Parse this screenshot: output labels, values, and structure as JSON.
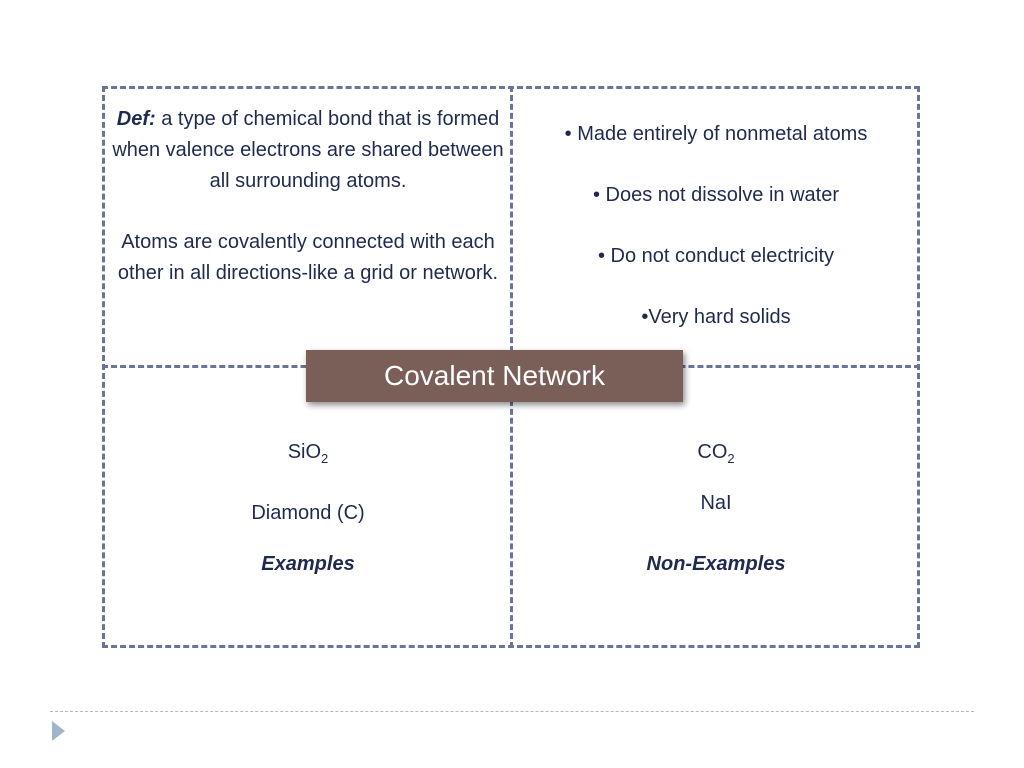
{
  "definition": {
    "lead": "Def:",
    "text": " a type of chemical bond that is formed when valence electrons are shared between all surrounding atoms.",
    "paragraph2": "Atoms are covalently connected with each other in all directions-like a grid or network."
  },
  "characteristics": [
    "• Made entirely of nonmetal atoms",
    "• Does not dissolve in water",
    "• Do not conduct electricity",
    "•Very hard solids"
  ],
  "title": "Covalent Network",
  "examples": {
    "sio2_base": "SiO",
    "sio2_sub": "2",
    "item2": "Diamond (C)",
    "label": "Examples"
  },
  "non_examples": {
    "co2_base": "CO",
    "co2_sub": "2",
    "item2": "NaI",
    "label": "Non-Examples"
  },
  "colors": {
    "border": "#6b7494",
    "text": "#1f2a4f",
    "title_bg": "#7a5f59",
    "accent": "#9fb6c8"
  }
}
